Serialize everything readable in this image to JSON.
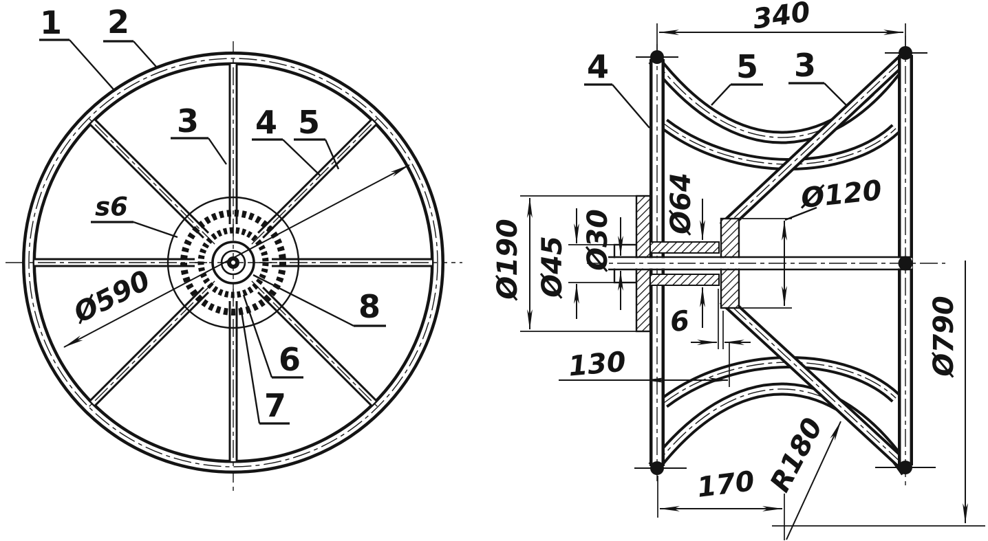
{
  "colors": {
    "paper": "#ffffff",
    "ink": "#141414"
  },
  "front_view": {
    "callouts": [
      "1",
      "2",
      "3",
      "4",
      "5",
      "6",
      "7",
      "8"
    ],
    "dims": {
      "rim_diameter": "Ø590",
      "web_thickness": "s6"
    }
  },
  "side_view": {
    "callouts": {
      "frame": "4",
      "spoke_curve": "5",
      "spoke_straight": "3"
    },
    "dims": {
      "rim_spacing": "340",
      "flange_diameter": "Ø190",
      "boss_diameter": "Ø45",
      "bore_diameter": "Ø30",
      "hub_tube_diameter": "Ø64",
      "hub_disc_diameter": "Ø120",
      "web_gap": "6",
      "hub_offset": "130",
      "spoke_base_offset": "170",
      "spoke_bend_radius": "R180",
      "overall_diameter": "Ø790"
    }
  }
}
